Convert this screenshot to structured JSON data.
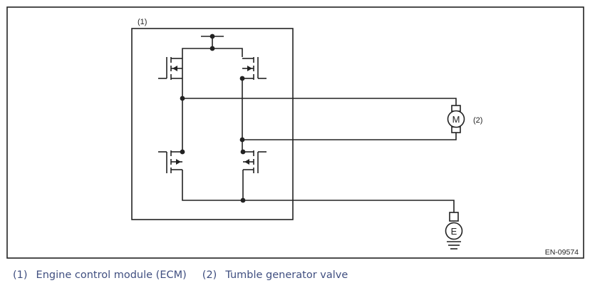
{
  "diagram": {
    "ecm_marker": "(1)",
    "motor_marker": "(2)",
    "motor_symbol": "M",
    "ground_symbol": "E",
    "figure_code": "EN-09574"
  },
  "legend": [
    {
      "num": "(1)",
      "text": "Engine control module (ECM)"
    },
    {
      "num": "(2)",
      "text": "Tumble generator valve"
    }
  ]
}
